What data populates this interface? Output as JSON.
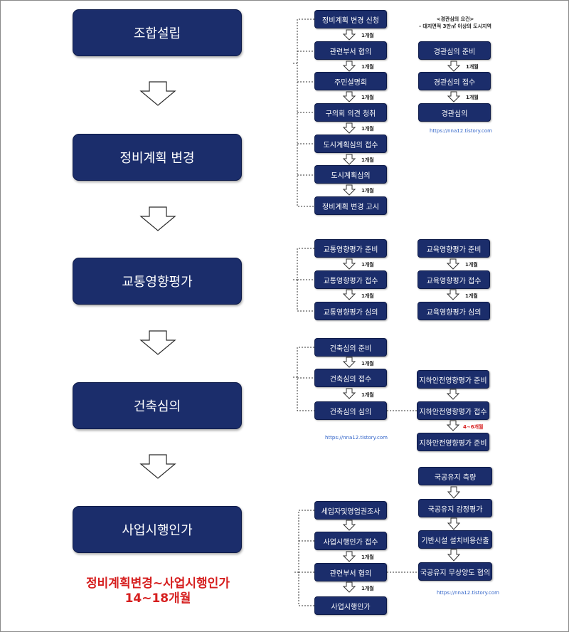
{
  "main_steps": [
    "조합설립",
    "정비계획 변경",
    "교통영향평가",
    "건축심의",
    "사업시행인가"
  ],
  "summary": {
    "line1": "정비계획변경~사업시행인가",
    "line2": "14~18개월"
  },
  "plan_change": {
    "steps": [
      "정비계획 변경 신청",
      "관련부서 협의",
      "주민설명회",
      "구의회 의견 청취",
      "도시계획심의 접수",
      "도시계획심의",
      "정비계획 변경 고시"
    ],
    "gap_labels": [
      "1개월",
      "1개월",
      "1개월",
      "1개월",
      "1개월",
      "1개월"
    ]
  },
  "landscape": {
    "note_title": "<경관심의 요건>",
    "note_body": "- 대지면적 3만㎡ 이상의 도시지역",
    "steps": [
      "경관심의 준비",
      "경관심의 접수",
      "경관심의"
    ],
    "gap_labels": [
      "1개월",
      "1개월"
    ],
    "url": "https://nna12.tistory.com"
  },
  "traffic": {
    "steps": [
      "교통영향평가 준비",
      "교통영향평가 접수",
      "교통영향평가 심의"
    ],
    "gap_labels": [
      "1개월",
      "1개월"
    ]
  },
  "education": {
    "steps": [
      "교육영향평가 준비",
      "교육영향평가 접수",
      "교육영향평가 심의"
    ],
    "gap_labels": [
      "1개월",
      "1개월"
    ]
  },
  "architecture": {
    "steps": [
      "건축심의 준비",
      "건축심의 접수",
      "건축심의 심의"
    ],
    "gap_labels": [
      "1개월",
      "1개월"
    ],
    "url": "https://nna12.tistory.com"
  },
  "underground": {
    "steps": [
      "지하안전영향평가 준비",
      "지하안전영향평가 접수",
      "지하안전영향평가 준비"
    ],
    "gap_label": "4~6개월"
  },
  "project_approval": {
    "steps": [
      "세입자및영업권조사",
      "사업시행인가 접수",
      "관련부서 협의",
      "사업시행인가"
    ],
    "gap_labels": [
      "1개월",
      "1개월"
    ]
  },
  "public_land": {
    "steps": [
      "국공유지 측량",
      "국공유지 감정평가",
      "기반시설 설치비용산출",
      "국공유지 무상양도 협의"
    ],
    "url": "https://nna12.tistory.com"
  },
  "colors": {
    "box": "#1b2d6b",
    "summary_text": "#d61f1f",
    "duration_red": "#d62020",
    "url": "#2f62c8"
  }
}
